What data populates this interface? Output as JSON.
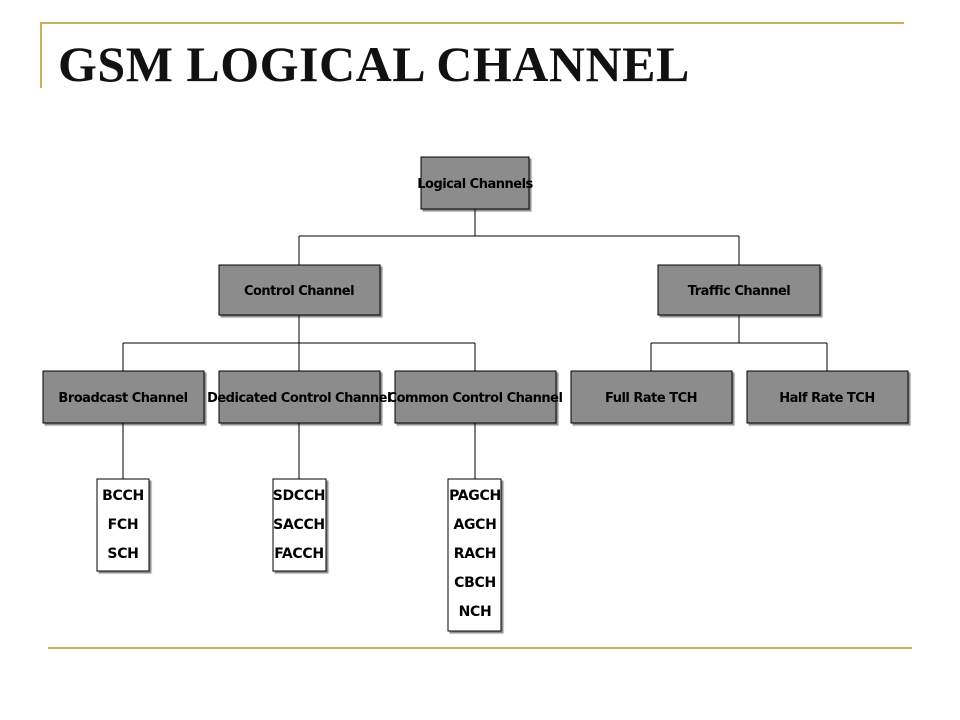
{
  "slide": {
    "title": "GSM LOGICAL CHANNEL",
    "accent_color": "#c9b35a"
  },
  "diagram": {
    "root": {
      "label": "Logical Channels"
    },
    "level1": {
      "control": {
        "label": "Control Channel"
      },
      "traffic": {
        "label": "Traffic Channel"
      }
    },
    "level2": {
      "broadcast": {
        "label": "Broadcast Channel",
        "channels": [
          "BCCH",
          "FCH",
          "SCH"
        ]
      },
      "dedicated": {
        "label": "Dedicated Control Channel",
        "channels": [
          "SDCCH",
          "SACCH",
          "FACCH"
        ]
      },
      "common": {
        "label": "Common Control Channel",
        "channels": [
          "PAGCH",
          "AGCH",
          "RACH",
          "CBCH",
          "NCH"
        ]
      },
      "full_rate": {
        "label": "Full Rate TCH"
      },
      "half_rate": {
        "label": "Half Rate TCH"
      }
    },
    "box_fill": "#8c8c8c",
    "list_fill": "#ffffff"
  }
}
